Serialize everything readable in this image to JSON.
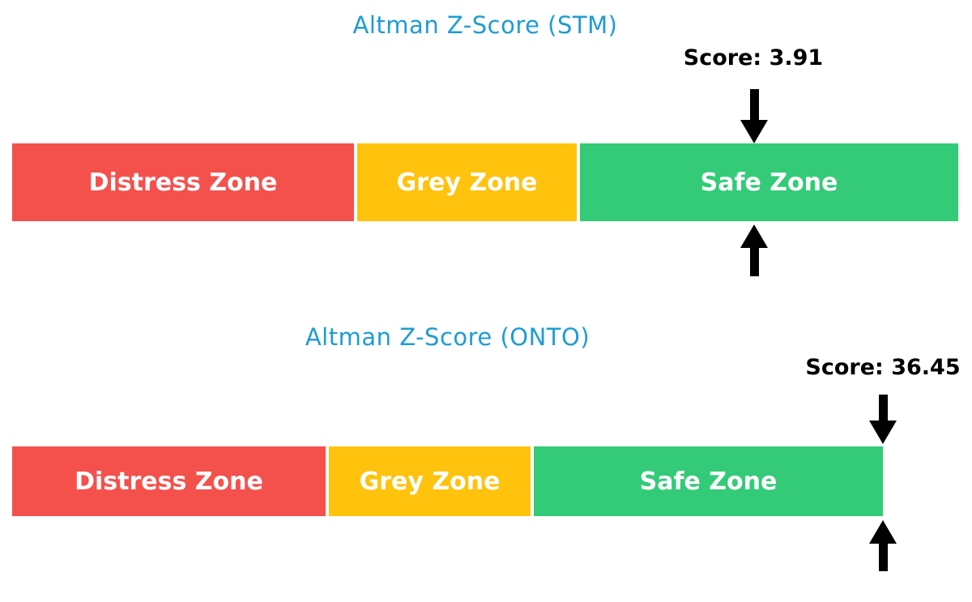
{
  "page": {
    "background_color": "#ffffff",
    "arrow_color": "#000000",
    "text_color": "#000000"
  },
  "charts": [
    {
      "title": "Altman Z-Score (STM)",
      "title_color": "#1E9CD4",
      "score_label": "Score: 3.91",
      "score_value": 3.91,
      "zones": [
        {
          "label": "Distress Zone",
          "color": "#F4514D",
          "width_css": "422px"
        },
        {
          "label": "Grey Zone",
          "color": "#FFC20D",
          "width_css": "271px"
        },
        {
          "label": "Safe Zone",
          "color": "#33CB77",
          "width_css": "467px"
        }
      ]
    },
    {
      "title": "Altman Z-Score (ONTO)",
      "title_color": "#1E9CD4",
      "score_label": "Score: 36.45",
      "score_value": 36.45,
      "zones": [
        {
          "label": "Distress Zone",
          "color": "#F4514D",
          "width_css": "387px"
        },
        {
          "label": "Grey Zone",
          "color": "#FFC20D",
          "width_css": "249px"
        },
        {
          "label": "Safe Zone",
          "color": "#33CB77",
          "width_css": "431px"
        }
      ]
    }
  ],
  "chart_data": [
    {
      "type": "bar",
      "subtype": "zone-gauge",
      "title": "Altman Z-Score (STM)",
      "score": 3.91,
      "score_annotation": "Score: 3.91",
      "score_marker_relative_position": 0.78,
      "marker_style": "black arrows above and below bar",
      "legend": "none",
      "axes": "hidden",
      "zones": [
        {
          "label": "Distress Zone",
          "color": "#F4514D",
          "relative_width": 0.36
        },
        {
          "label": "Grey Zone",
          "color": "#FFC20D",
          "relative_width": 0.23
        },
        {
          "label": "Safe Zone",
          "color": "#33CB77",
          "relative_width": 0.4
        }
      ]
    },
    {
      "type": "bar",
      "subtype": "zone-gauge",
      "title": "Altman Z-Score (ONTO)",
      "score": 36.45,
      "score_annotation": "Score: 36.45",
      "score_marker_relative_position": 1.0,
      "marker_style": "black arrows above and below bar end",
      "legend": "none",
      "axes": "hidden",
      "zones": [
        {
          "label": "Distress Zone",
          "color": "#F4514D",
          "relative_width": 0.36
        },
        {
          "label": "Grey Zone",
          "color": "#FFC20D",
          "relative_width": 0.23
        },
        {
          "label": "Safe Zone",
          "color": "#33CB77",
          "relative_width": 0.4
        }
      ]
    }
  ]
}
